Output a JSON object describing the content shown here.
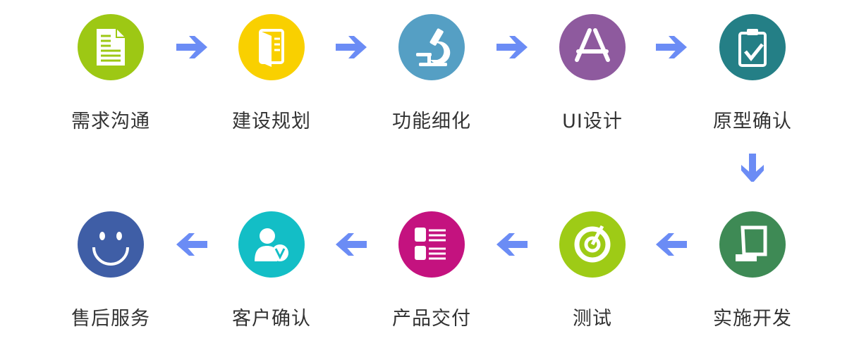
{
  "arrow_color": "#6b8cf5",
  "steps": [
    {
      "label": "需求沟通",
      "color": "#9dc814",
      "icon": "document-icon"
    },
    {
      "label": "建设规划",
      "color": "#f9d000",
      "icon": "folder-icon"
    },
    {
      "label": "功能细化",
      "color": "#559fc4",
      "icon": "microscope-icon"
    },
    {
      "label": "UI设计",
      "color": "#8e5a9e",
      "icon": "app-design-icon"
    },
    {
      "label": "原型确认",
      "color": "#247f86",
      "icon": "clipboard-check-icon"
    },
    {
      "label": "实施开发",
      "color": "#3e8a55",
      "icon": "scroll-icon"
    },
    {
      "label": "测试",
      "color": "#9ecb16",
      "icon": "gauge-icon"
    },
    {
      "label": "产品交付",
      "color": "#c4127f",
      "icon": "list-icon"
    },
    {
      "label": "客户确认",
      "color": "#13bec6",
      "icon": "user-check-icon"
    },
    {
      "label": "售后服务",
      "color": "#3f5ea6",
      "icon": "smiley-icon"
    }
  ]
}
